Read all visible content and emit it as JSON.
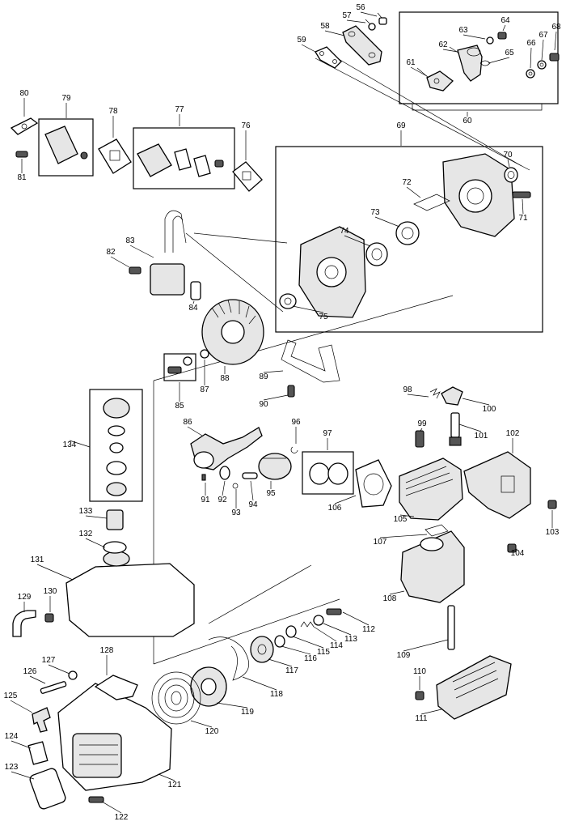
{
  "diagram": {
    "part_numbers": [
      "56",
      "57",
      "58",
      "59",
      "60",
      "61",
      "62",
      "63",
      "64",
      "65",
      "66",
      "67",
      "68",
      "69",
      "70",
      "71",
      "72",
      "73",
      "74",
      "75",
      "76",
      "77",
      "78",
      "79",
      "80",
      "81",
      "82",
      "83",
      "84",
      "85",
      "86",
      "87",
      "88",
      "89",
      "90",
      "91",
      "92",
      "93",
      "94",
      "95",
      "96",
      "97",
      "98",
      "99",
      "100",
      "101",
      "102",
      "103",
      "104",
      "105",
      "106",
      "107",
      "108",
      "109",
      "110",
      "111",
      "112",
      "113",
      "114",
      "115",
      "116",
      "117",
      "118",
      "119",
      "120",
      "121",
      "122",
      "123",
      "124",
      "125",
      "126",
      "127",
      "128",
      "129",
      "130",
      "131",
      "132",
      "133",
      "134"
    ]
  }
}
